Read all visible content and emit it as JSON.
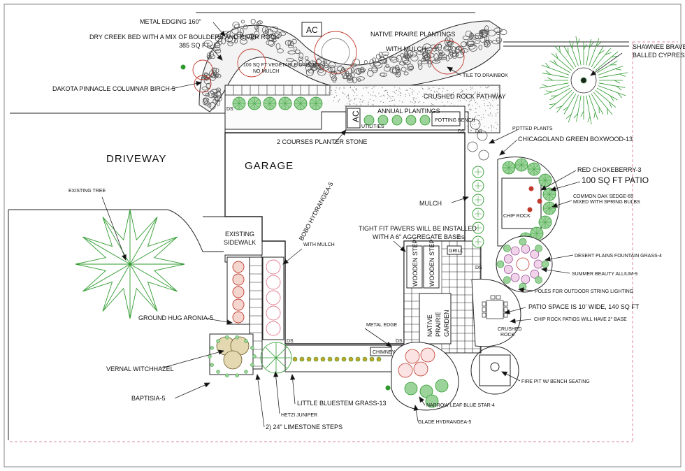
{
  "labels": {
    "metal_edging": "METAL EDGING 160\"",
    "ac_top": "AC",
    "native_prairie_1": "NATIVE PRAIRE PLANTINGS",
    "native_prairie_2": "WITH MULCH",
    "dry_creek_1": "DRY CREEK BED WITH A MIX OF BOULDERS AND RIVER ROCK",
    "dry_creek_2": "385 SQ FT",
    "veg_garden_1": "100 SQ FT VEGETABLE GARDEN",
    "veg_garden_2": "NO MULCH",
    "tile_drainbox": "TILE TO DRAINBOX",
    "dakota_birch": "DAKOTA PINNACLE COLUMNAR BIRCH-5",
    "crushed_rock": "CRUSHED ROCK PATHWAY",
    "annual_plantings": "ANNUAL PLANTINGS",
    "ac_mid": "AC",
    "utilities": "UTILITIES",
    "potting_bench": "POTTING BENCH",
    "shawnee_1": "SHAWNEE BRAVE",
    "shawnee_2": "BALLED CYPRESS",
    "potted_plants": "POTTED PLANTS",
    "boxwood": "CHICAGOLAND GREEN BOXWOOD-13",
    "planter_stone": "2 COURSES PLANTER STONE",
    "driveway": "DRIVEWAY",
    "garage": "GARAGE",
    "red_chokeberry": "RED CHOKEBERRY-3",
    "patio_100": "100 SQ FT PATIO",
    "common_oak_sedge_1": "COMMON OAK SEDGE-65",
    "common_oak_sedge_2": "MIXED WITH SPRING BULBS",
    "mulch": "MULCH",
    "existing_tree": "EXISTING TREE",
    "existing_sidewalk_1": "EXISTING",
    "existing_sidewalk_2": "SIDEWALK",
    "bobo_1": "BOBO HYDRANGEA-5",
    "bobo_2": "WITH MULCH",
    "pavers_1": "TIGHT FIT PAVERS WILL BE INSTALLED",
    "pavers_2": "WITH A 6\" AGGREGATE BASE",
    "chip_rock": "CHIP ROCK",
    "grill": "GRILL",
    "wooden_step_1": "WOODEN STEP",
    "wooden_step_2": "WOODEN STEP",
    "desert_plains": "DESERT PLAINS FOUNTAIN GRASS-4",
    "summer_beauty": "SUMMER BEAUTY ALLIUM-9",
    "poles": "POLES FOR OUTDOOR STRING LIGHTING",
    "patio_space": "PATIO SPACE IS 10' WIDE, 140 SQ FT",
    "chip_rock_patios": "CHIP ROCK PATIOS WILL HAVE 2\" BASE",
    "crushed_rock_small_1": "CRUSHED",
    "crushed_rock_small_2": "ROCK",
    "ground_hug": "GROUND HUG ARONIA-5",
    "native_garden_1": "NATIVE",
    "native_garden_2": "PRAIRIE",
    "native_garden_3": "GARDEN",
    "metal_edge": "METAL EDGE",
    "vernal_witchhazel": "VERNAL WITCHHAZEL",
    "chimney": "CHIMNEY",
    "baptisia": "BAPTISIA-5",
    "little_bluestem": "LITTLE BLUESTEM GRASS-13",
    "hetzi_juniper": "HETZI JUNIPER",
    "limestone_steps": "2) 24\" LIMESTONE STEPS",
    "narrowleaf": "NARROW LEAF BLUE STAR-4",
    "fire_pit": "FIRE PIT W/ BENCH SEATING",
    "ds_1": "DS",
    "ds_2": "DS",
    "ds_3": "DS",
    "ds_4": "DS",
    "ds_5": "DS",
    "ds_6": "DS",
    "ds_7": "DS",
    "hydrangea_small": "GLADE HYDRANGEA-5"
  },
  "colors": {
    "line": "#222222",
    "green": "#2e9a2e",
    "green_light": "#9bd39b",
    "red": "#c0392b",
    "pink": "#e27a8f",
    "purple": "#8a3a8a",
    "rock": "#555555",
    "dash": "#d98aa0"
  }
}
